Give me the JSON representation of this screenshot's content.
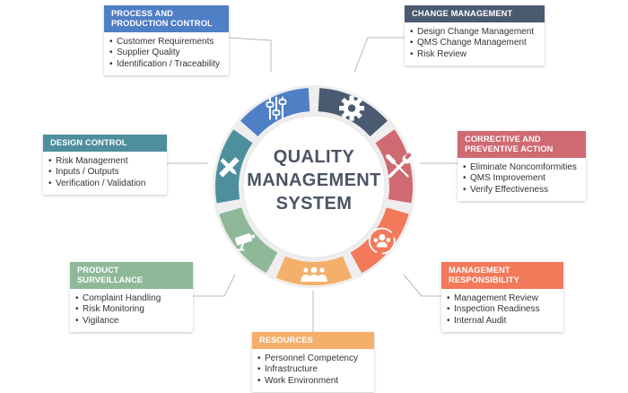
{
  "center": {
    "line1": "QUALITY",
    "line2": "MANAGEMENT",
    "line3": "SYSTEM"
  },
  "colors": {
    "process": "#4f7fc5",
    "change": "#4a5a70",
    "corrective": "#d06a72",
    "management": "#f2795a",
    "resources": "#f4b06a",
    "surveillance": "#8fb898",
    "design": "#4e8f9d",
    "ring": "#eeeeee",
    "title": "#4b5563"
  },
  "cards": {
    "process": {
      "title_line1": "PROCESS AND",
      "title_line2": "PRODUCTION CONTROL",
      "items": [
        "Customer Requirements",
        "Supplier Quality",
        "Identification / Traceability"
      ],
      "icon": "sliders-icon"
    },
    "change": {
      "title_line1": "CHANGE MANAGEMENT",
      "title_line2": "",
      "items": [
        "Design Change Management",
        "QMS Change Management",
        "Risk Review"
      ],
      "icon": "gear-icon"
    },
    "corrective": {
      "title_line1": "CORRECTIVE AND",
      "title_line2": "PREVENTIVE ACTION",
      "items": [
        "Eliminate Noncomformities",
        "QMS Improvement",
        "Verify Effectiveness"
      ],
      "icon": "tools-icon"
    },
    "management": {
      "title_line1": "MANAGEMENT",
      "title_line2": "RESPONSIBILITY",
      "items": [
        "Management Review",
        "Inspection Readiness",
        "Internal Audit"
      ],
      "icon": "team-cycle-icon"
    },
    "resources": {
      "title_line1": "RESOURCES",
      "title_line2": "",
      "items": [
        "Personnel Competency",
        "Infrastructure",
        "Work Environment"
      ],
      "icon": "people-icon"
    },
    "surveillance": {
      "title_line1": "PRODUCT",
      "title_line2": "SURVEILLANCE",
      "items": [
        "Complaint Handling",
        "Risk Monitoring",
        "Vigilance"
      ],
      "icon": "camera-icon"
    },
    "design": {
      "title_line1": "DESIGN CONTROL",
      "title_line2": "",
      "items": [
        "Risk Management",
        "Inputs / Outputs",
        "Verification / Validation"
      ],
      "icon": "ruler-pencil-icon"
    }
  }
}
